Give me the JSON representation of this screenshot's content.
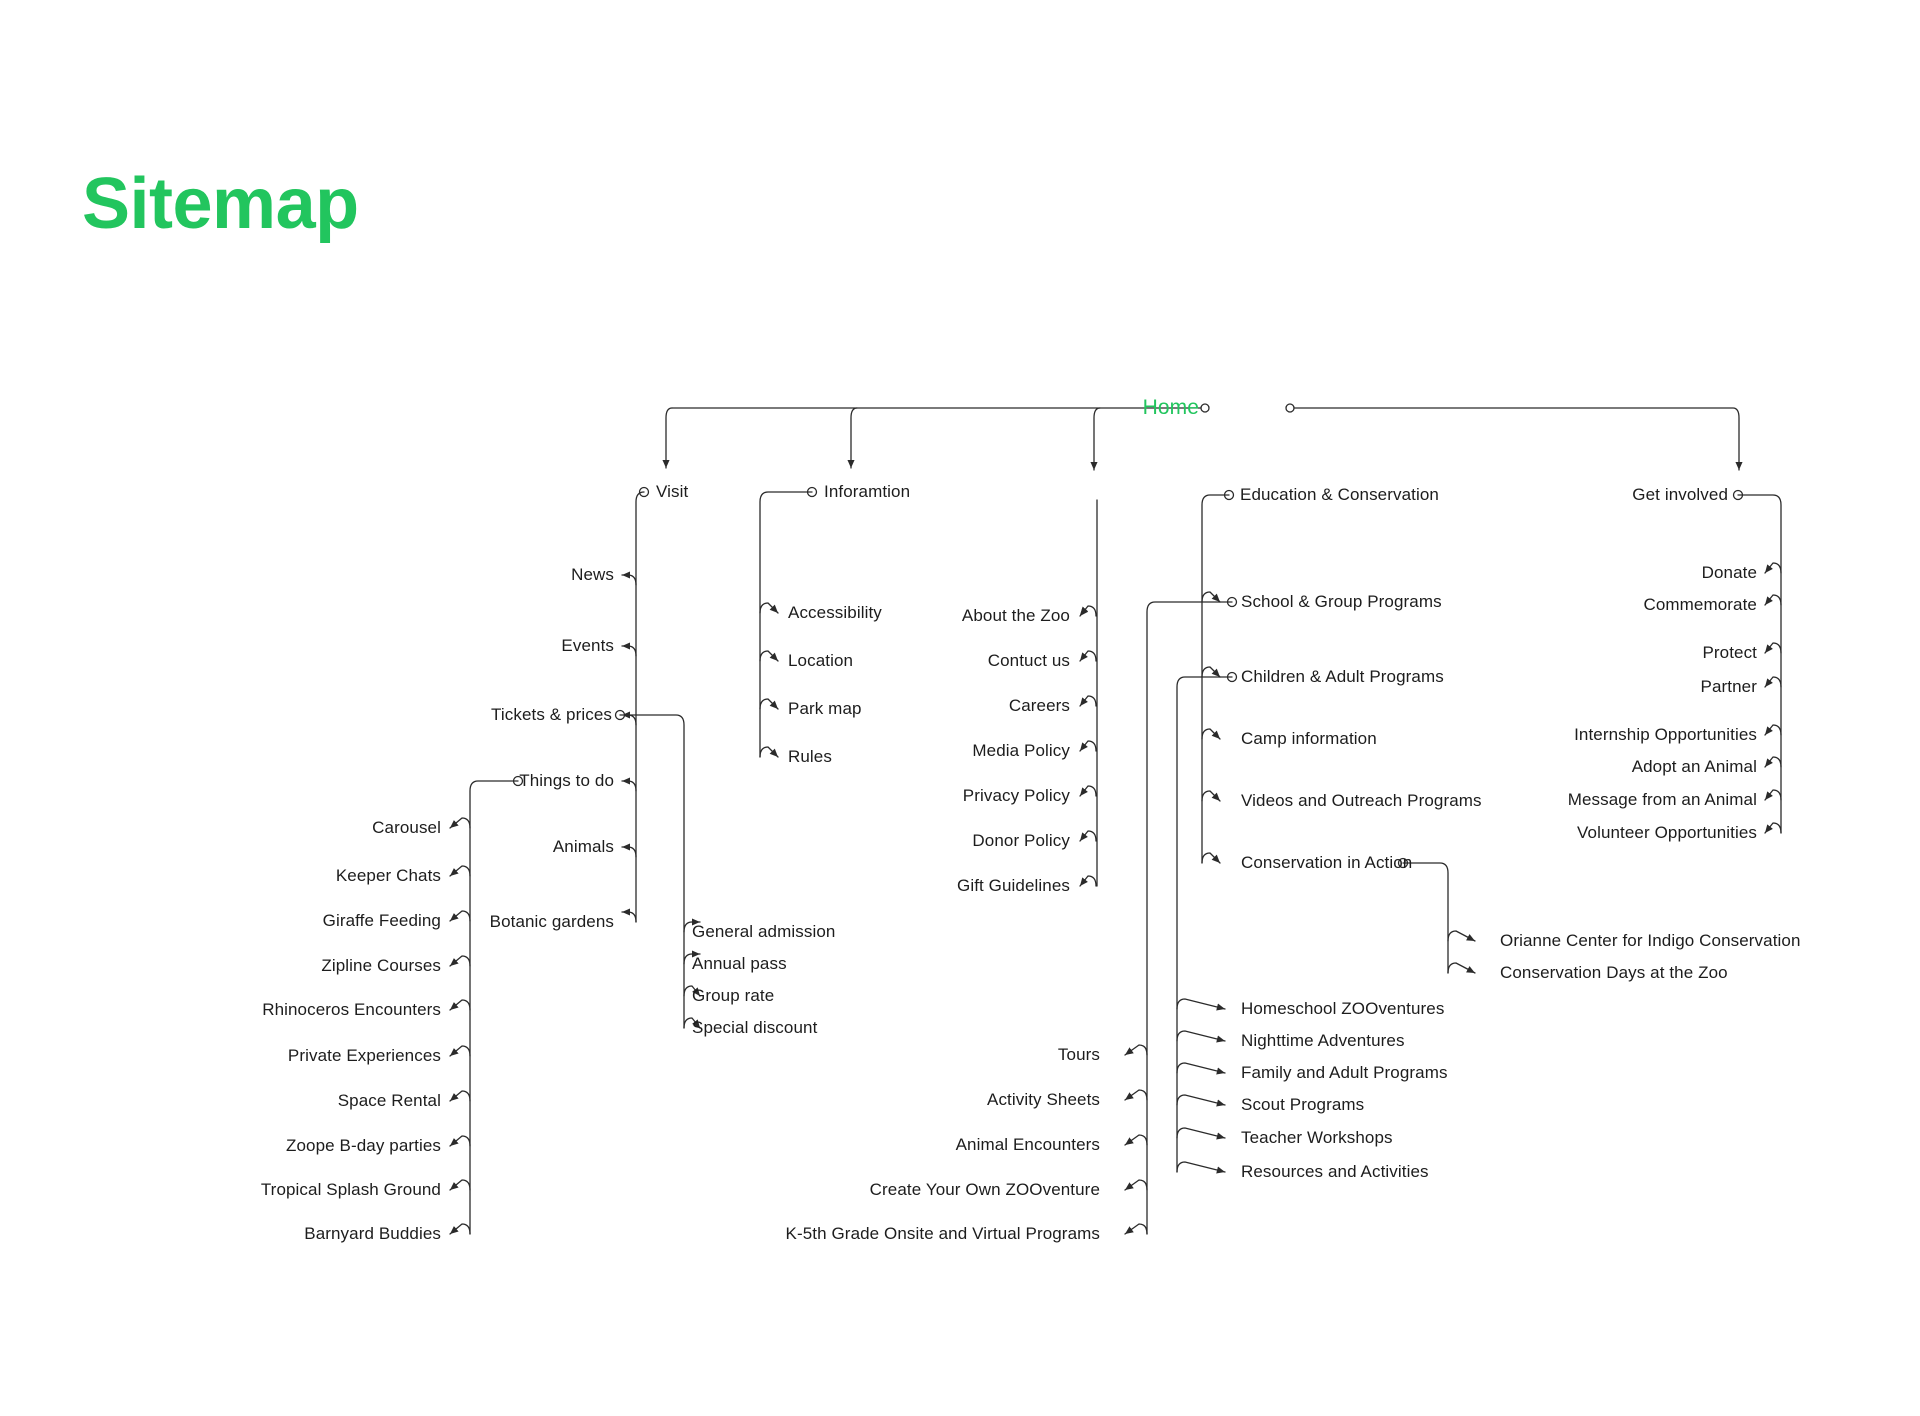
{
  "page": {
    "title": "Sitemap",
    "title_color": "#22c55e",
    "background_color": "#ffffff",
    "line_color": "#2b2b2b",
    "text_color": "#1d1d1d"
  },
  "sitemap": {
    "root": {
      "label": "Home"
    },
    "sections": [
      {
        "id": "visit",
        "label": "Visit",
        "children": [
          {
            "label": "News"
          },
          {
            "label": "Events"
          },
          {
            "label": "Tickets & prices",
            "children": [
              {
                "label": "General admission"
              },
              {
                "label": "Annual pass"
              },
              {
                "label": "Group rate"
              },
              {
                "label": "Special discount"
              }
            ]
          },
          {
            "label": "Things to do",
            "children": [
              {
                "label": "Carousel"
              },
              {
                "label": "Keeper Chats"
              },
              {
                "label": "Giraffe Feeding"
              },
              {
                "label": "Zipline Courses"
              },
              {
                "label": "Rhinoceros Encounters"
              },
              {
                "label": "Private Experiences"
              },
              {
                "label": "Space Rental"
              },
              {
                "label": "Zoope B-day parties"
              },
              {
                "label": "Tropical Splash Ground"
              },
              {
                "label": "Barnyard Buddies"
              }
            ]
          },
          {
            "label": "Animals"
          },
          {
            "label": "Botanic gardens"
          }
        ]
      },
      {
        "id": "information",
        "label": "Inforamtion",
        "children": [
          {
            "label": "Accessibility"
          },
          {
            "label": "Location"
          },
          {
            "label": "Park map"
          },
          {
            "label": "Rules"
          },
          {
            "label": "About the Zoo"
          },
          {
            "label": "Contuct us"
          },
          {
            "label": "Careers"
          },
          {
            "label": "Media Policy"
          },
          {
            "label": "Privacy Policy"
          },
          {
            "label": "Donor Policy"
          },
          {
            "label": "Gift Guidelines"
          }
        ]
      },
      {
        "id": "education",
        "label": "Education & Conservation",
        "children": [
          {
            "label": "School & Group Programs",
            "children": [
              {
                "label": "Tours"
              },
              {
                "label": "Activity Sheets"
              },
              {
                "label": "Animal Encounters"
              },
              {
                "label": "Create Your Own ZOOventure"
              },
              {
                "label": "K-5th Grade Onsite and Virtual Programs"
              }
            ]
          },
          {
            "label": "Children & Adult Programs",
            "children": [
              {
                "label": "Homeschool ZOOventures"
              },
              {
                "label": "Nighttime Adventures"
              },
              {
                "label": "Family and Adult Programs"
              },
              {
                "label": "Scout Programs"
              },
              {
                "label": "Teacher Workshops"
              },
              {
                "label": "Resources and Activities"
              }
            ]
          },
          {
            "label": "Camp information"
          },
          {
            "label": "Videos and Outreach Programs"
          },
          {
            "label": "Conservation in Action",
            "children": [
              {
                "label": "Orianne Center for Indigo Conservation"
              },
              {
                "label": "Conservation Days at the Zoo"
              }
            ]
          }
        ]
      },
      {
        "id": "get-involved",
        "label": "Get involved",
        "children": [
          {
            "label": "Donate"
          },
          {
            "label": "Commemorate"
          },
          {
            "label": "Protect"
          },
          {
            "label": "Partner"
          },
          {
            "label": "Internship Opportunities"
          },
          {
            "label": "Adopt an Animal"
          },
          {
            "label": "Message from an Animal"
          },
          {
            "label": "Volunteer Opportunities"
          }
        ]
      }
    ]
  },
  "labels": {
    "home": "Home",
    "visit": "Visit",
    "information": "Inforamtion",
    "education": "Education & Conservation",
    "get_involved": "Get involved",
    "news": "News",
    "events": "Events",
    "tickets": "Tickets & prices",
    "things_to_do": "Things to do",
    "animals": "Animals",
    "botanic_gardens": "Botanic gardens",
    "general_admission": "General admission",
    "annual_pass": "Annual pass",
    "group_rate": "Group rate",
    "special_discount": "Special discount",
    "carousel": "Carousel",
    "keeper_chats": "Keeper Chats",
    "giraffe_feeding": "Giraffe Feeding",
    "zipline_courses": "Zipline Courses",
    "rhinoceros_encounters": "Rhinoceros Encounters",
    "private_experiences": "Private Experiences",
    "space_rental": "Space Rental",
    "zoope_bday": "Zoope B-day parties",
    "tropical_splash": "Tropical Splash Ground",
    "barnyard_buddies": "Barnyard Buddies",
    "accessibility": "Accessibility",
    "location": "Location",
    "park_map": "Park map",
    "rules": "Rules",
    "about_the_zoo": "About the Zoo",
    "contact_us": "Contuct us",
    "careers": "Careers",
    "media_policy": "Media Policy",
    "privacy_policy": "Privacy Policy",
    "donor_policy": "Donor Policy",
    "gift_guidelines": "Gift Guidelines",
    "school_group_programs": "School & Group Programs",
    "children_adult_programs": "Children & Adult Programs",
    "camp_information": "Camp information",
    "videos_outreach": "Videos and Outreach Programs",
    "conservation_in_action": "Conservation in Action",
    "orianne_center": "Orianne Center for Indigo Conservation",
    "conservation_days": "Conservation Days at the Zoo",
    "tours": "Tours",
    "activity_sheets": "Activity Sheets",
    "animal_encounters": "Animal Encounters",
    "create_your_own": "Create Your Own ZOOventure",
    "k5_programs": "K-5th Grade Onsite and Virtual Programs",
    "homeschool_zooventures": "Homeschool ZOOventures",
    "nighttime_adventures": "Nighttime Adventures",
    "family_adult_programs": "Family and Adult Programs",
    "scout_programs": "Scout Programs",
    "teacher_workshops": "Teacher Workshops",
    "resources_activities": "Resources and Activities",
    "donate": "Donate",
    "commemorate": "Commemorate",
    "protect": "Protect",
    "partner": "Partner",
    "internship_opportunities": "Internship Opportunities",
    "adopt_an_animal": "Adopt an Animal",
    "message_from_an_animal": "Message from an Animal",
    "volunteer_opportunities": "Volunteer Opportunities"
  }
}
